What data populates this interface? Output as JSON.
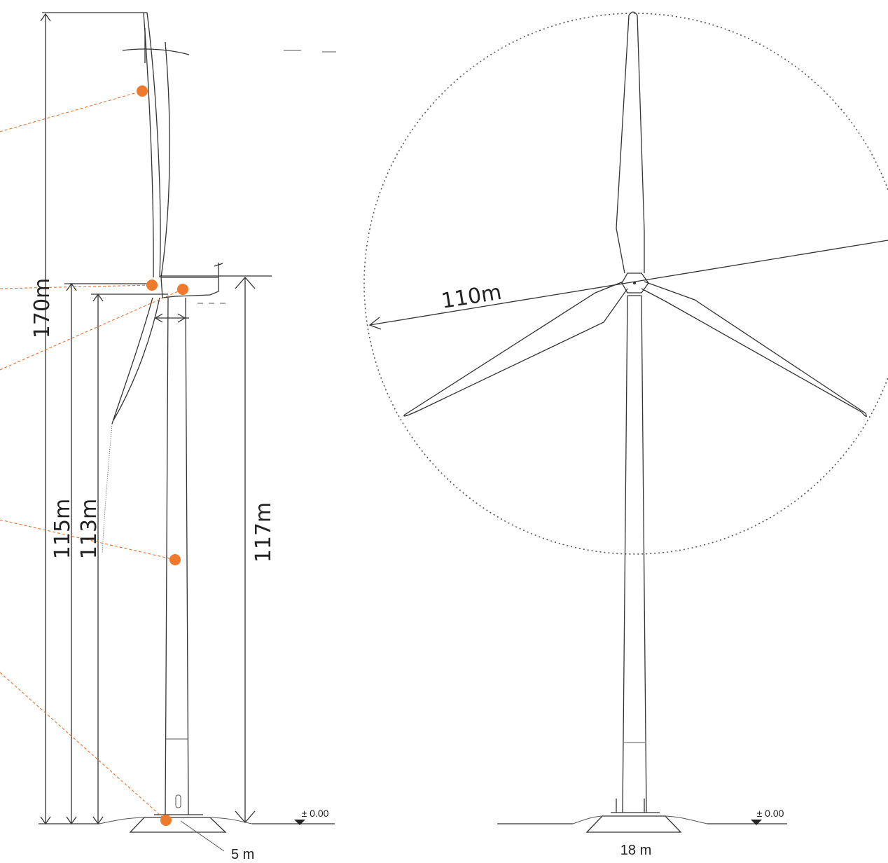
{
  "dimensions": {
    "total_height": "170m",
    "height_a": "115m",
    "height_b": "113m",
    "hub_height": "117m",
    "rotor": "110m"
  },
  "levels": {
    "side_view": "± 0.00",
    "front_view": "± 0.00"
  },
  "base_widths": {
    "side_view": "5 m",
    "front_view": "18 m"
  },
  "colors": {
    "marker": "#ef7a2b",
    "line": "#333333"
  }
}
